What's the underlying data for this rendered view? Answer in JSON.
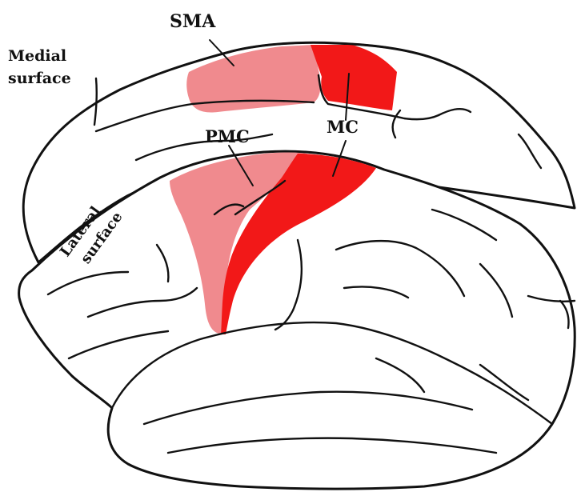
{
  "labels": {
    "sma": "SMA",
    "medial_line1": "Medial",
    "medial_line2": "surface",
    "pmc": "PMC",
    "mc": "MC",
    "lateral_line1": "Lateral",
    "lateral_line2": "surface"
  },
  "colors": {
    "premotor_fill": "#f08a8e",
    "motor_fill": "#f21818",
    "outline": "#111111",
    "background": "#ffffff"
  }
}
